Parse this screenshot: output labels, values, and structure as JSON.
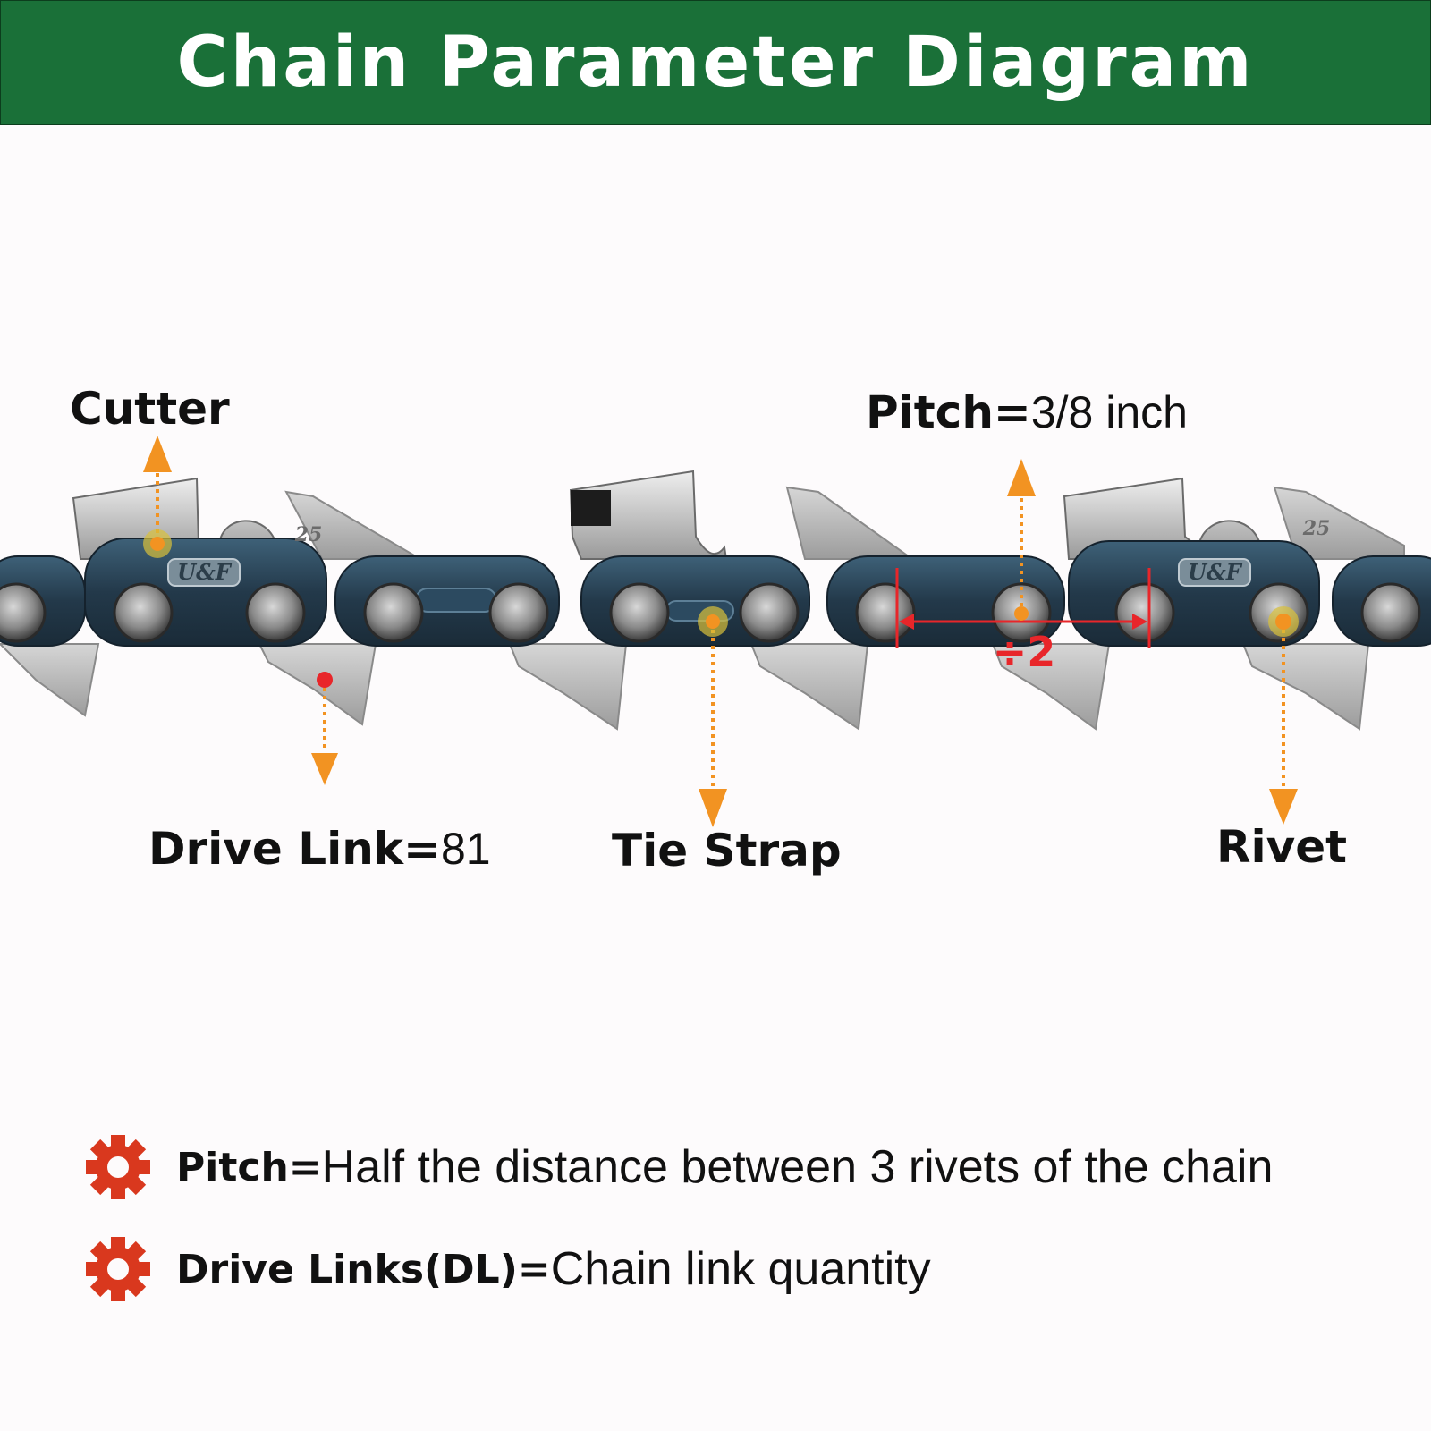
{
  "header": {
    "title": "Chain Parameter Diagram"
  },
  "labels": {
    "cutter": "Cutter",
    "pitch_key": "Pitch=",
    "pitch_value": "3/8 inch",
    "drive_link_key": "Drive Link=",
    "drive_link_value": "81",
    "tie_strap": "Tie Strap",
    "rivet": "Rivet",
    "divide": "÷2"
  },
  "stamps": {
    "brand": "U&F",
    "gauge": "25"
  },
  "notes": [
    {
      "key": "Pitch=",
      "desc": "Half the distance between 3 rivets of the chain",
      "icon": "gear-icon"
    },
    {
      "key": "Drive Links(DL)=",
      "desc": "Chain link quantity",
      "icon": "gear-icon"
    }
  ],
  "colors": {
    "header_bg": "#1a7038",
    "arrow": "#f29322",
    "measure": "#e8262a",
    "gear": "#d9381e",
    "chain_plate": "#2c4a5e",
    "chain_steel": "#b8b8b8"
  }
}
